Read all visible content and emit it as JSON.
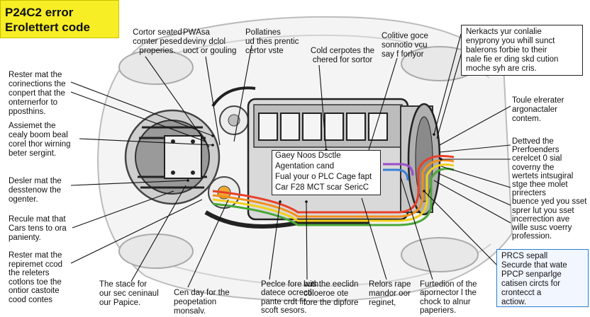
{
  "title": {
    "line1": "P24C2 error",
    "line2": "Erolettert code"
  },
  "center_box": [
    "Gaey Noos Dsctle",
    "Agentation cand",
    "Fual your o PLC Cage fapt",
    "Car F28 MCT scar SericC"
  ],
  "top_labels": [
    {
      "id": "t1",
      "text": "Cortor seated\ncomter pesed\nproperies."
    },
    {
      "id": "t2",
      "text": "PWAsa\ndeviny dclol\nuoct or gouling"
    },
    {
      "id": "t3",
      "text": "Pollatines\nud thes prentic\ncertor vste"
    },
    {
      "id": "t4",
      "text": "Cold cerpotes the\nchered for sortor"
    },
    {
      "id": "t5",
      "text": "Colitive goce\nsonnotio vcu\nsay f forlyor"
    }
  ],
  "top_right_box": "Nerkacts yur conlalie\nenyprony you whill sunct\nbalerons forbie to their\nnale fie er ding skd cution\nmoche syh are cris.",
  "right_labels": [
    {
      "id": "r1",
      "text": "Toule elrerater\nargonactaler\ncontem."
    },
    {
      "id": "r2",
      "text": "Dettved the\nPrerfoenders\ncerelcet 0 sial\ncoverny the\nwertets intsugiral\nstge thee molet\nprirecters\nbuence yed you sset\nsprer lut you sset\nincerrection ave\nwille susc voerry\nprofession."
    }
  ],
  "bottom_right_box": "PRCS sepall\nSecurde that wate\nPPCP senparlge\ncatisen circts for\ncrontecct a\nactiow.",
  "left_labels": [
    {
      "id": "l1",
      "text": "Rester mat the\ncorinections the\nconpert that the\nonternerfor to\npposthins."
    },
    {
      "id": "l2",
      "text": "Assiemet the\ncealy boom beal\ncorel thor wirning\nbeter sergint."
    },
    {
      "id": "l3",
      "text": "Desler mat the\ndesstenow the\nogenter."
    },
    {
      "id": "l4",
      "text": "Recule mat that\nCars tens to ora\npanienty."
    },
    {
      "id": "l5",
      "text": "Rester mat the\nrepiremet ccod\nthe releters\ncotlons toe the\nontior castoite\ncood contes"
    }
  ],
  "bottom_labels": [
    {
      "id": "b1",
      "text": "The stace for\nour sec ceninaul\nour Papice."
    },
    {
      "id": "b2",
      "text": "Cen day for the\npeopetation\nmonsalv."
    },
    {
      "id": "b3",
      "text": "Peclce fore with\ndatece ocrectl\npante crdt fit\nscoft sesors."
    },
    {
      "id": "b4",
      "text": "bus the eeclidn\ncoloeroe ote\nfore the dipfore"
    },
    {
      "id": "b5",
      "text": "Relors rape\nmandor oor\nreginet,"
    },
    {
      "id": "b6",
      "text": "Furtedion of the\napornector l the\nchock to alnur\npaperiers."
    }
  ]
}
